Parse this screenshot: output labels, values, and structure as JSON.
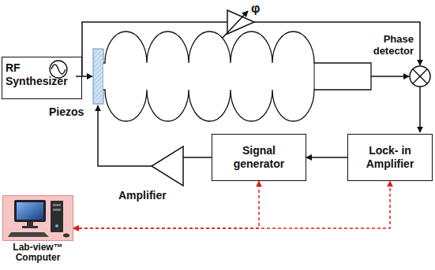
{
  "diagram": {
    "nodes": [
      {
        "text": [
          "RF Synthesizer"
        ]
      },
      {
        "text": [
          "Signal generator"
        ]
      },
      {
        "text": [
          "Lock- in Amplifier"
        ]
      },
      {
        "text": [
          "Lab-view™ Computer"
        ]
      }
    ],
    "edges": [
      {
        "from": 2,
        "to": 1,
        "arrow": "to"
      },
      {
        "from": 3,
        "to": 1,
        "arrow": "both"
      },
      {
        "from": 3,
        "to": 2,
        "arrow": "both"
      }
    ],
    "labels": [
      "φ",
      "Phase detector",
      "Piezos",
      "Amplifier"
    ]
  }
}
